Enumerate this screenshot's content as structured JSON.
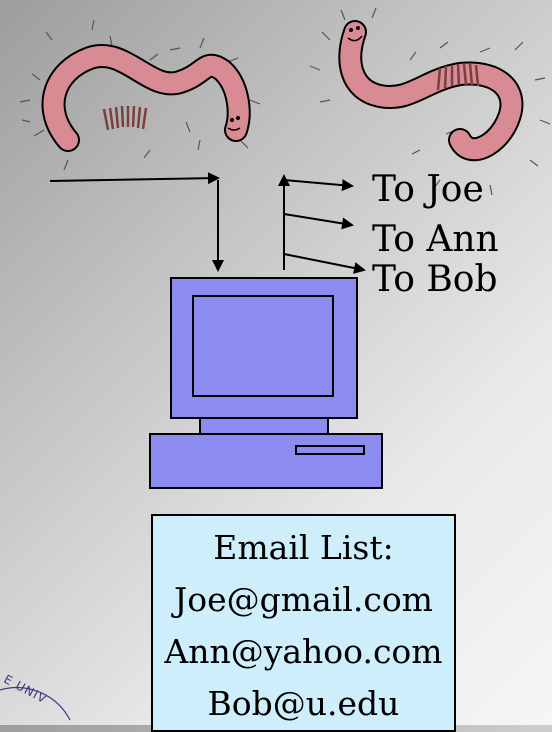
{
  "recipients": [
    "To Joe",
    "To Ann",
    "To Bob"
  ],
  "email_list": {
    "title": "Email List:",
    "addresses": [
      "Joe@gmail.com",
      "Ann@yahoo.com",
      "Bob@u.edu"
    ]
  },
  "seal_text": "E UNIV",
  "colors": {
    "worm_body": "#d98b94",
    "worm_band": "#7a3f3f",
    "computer": "#8c8cf0",
    "email_box": "#cdeefa"
  },
  "icons": [
    "worm-icon",
    "computer-icon",
    "arrow-icon",
    "university-seal-icon"
  ]
}
